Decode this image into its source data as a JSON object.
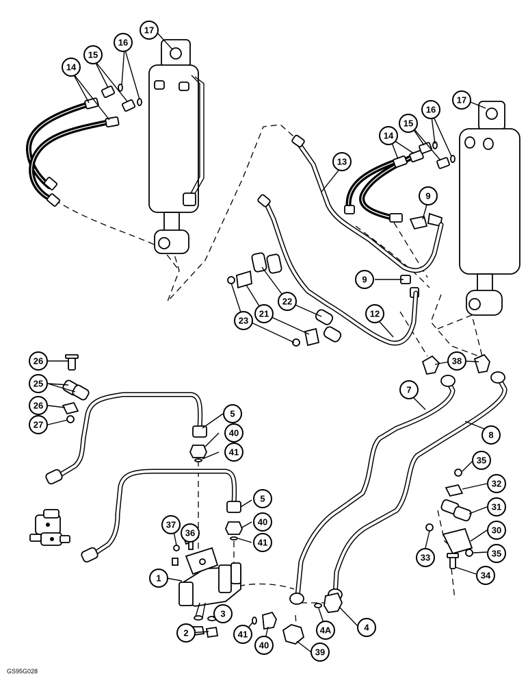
{
  "figure_code": "GS95G028",
  "callouts": [
    {
      "id": "c17a",
      "label": "17"
    },
    {
      "id": "c16a",
      "label": "16"
    },
    {
      "id": "c15a",
      "label": "15"
    },
    {
      "id": "c14a",
      "label": "14"
    },
    {
      "id": "c17b",
      "label": "17"
    },
    {
      "id": "c16b",
      "label": "16"
    },
    {
      "id": "c15b",
      "label": "15"
    },
    {
      "id": "c14b",
      "label": "14"
    },
    {
      "id": "c13",
      "label": "13"
    },
    {
      "id": "c9a",
      "label": "9"
    },
    {
      "id": "c9b",
      "label": "9"
    },
    {
      "id": "c12",
      "label": "12"
    },
    {
      "id": "c22",
      "label": "22"
    },
    {
      "id": "c21",
      "label": "21"
    },
    {
      "id": "c23",
      "label": "23"
    },
    {
      "id": "c38",
      "label": "38"
    },
    {
      "id": "c7",
      "label": "7"
    },
    {
      "id": "c8",
      "label": "8"
    },
    {
      "id": "c26a",
      "label": "26"
    },
    {
      "id": "c25",
      "label": "25"
    },
    {
      "id": "c26b",
      "label": "26"
    },
    {
      "id": "c27",
      "label": "27"
    },
    {
      "id": "c5a",
      "label": "5"
    },
    {
      "id": "c40a",
      "label": "40"
    },
    {
      "id": "c41a",
      "label": "41"
    },
    {
      "id": "c5b",
      "label": "5"
    },
    {
      "id": "c40b",
      "label": "40"
    },
    {
      "id": "c41b",
      "label": "41"
    },
    {
      "id": "c37",
      "label": "37"
    },
    {
      "id": "c36",
      "label": "36"
    },
    {
      "id": "c1",
      "label": "1"
    },
    {
      "id": "c3",
      "label": "3"
    },
    {
      "id": "c2",
      "label": "2"
    },
    {
      "id": "c41c",
      "label": "41"
    },
    {
      "id": "c40c",
      "label": "40"
    },
    {
      "id": "c39",
      "label": "39"
    },
    {
      "id": "c4a",
      "label": "4A"
    },
    {
      "id": "c4",
      "label": "4"
    },
    {
      "id": "c35a",
      "label": "35"
    },
    {
      "id": "c32",
      "label": "32"
    },
    {
      "id": "c31",
      "label": "31"
    },
    {
      "id": "c30",
      "label": "30"
    },
    {
      "id": "c33",
      "label": "33"
    },
    {
      "id": "c35b",
      "label": "35"
    },
    {
      "id": "c34",
      "label": "34"
    }
  ]
}
